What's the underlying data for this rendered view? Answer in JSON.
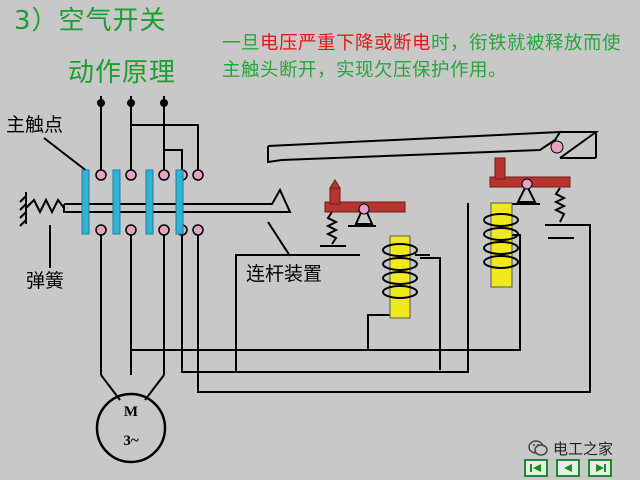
{
  "title": {
    "line1": "3）空气开关",
    "line2": "动作原理"
  },
  "description": {
    "segments": [
      {
        "text": "一旦",
        "color": "#22a83a"
      },
      {
        "text": "电压严重下降或断电",
        "color": "#e01818"
      },
      {
        "text": "时，衔铁就被释放而使主触头断开，实现欠压保护作用。",
        "color": "#22a83a"
      }
    ]
  },
  "labels": {
    "main_contact": "主触点",
    "spring": "弹簧",
    "linkage": "连杆装置",
    "motor_top": "M",
    "motor_bottom": "3~"
  },
  "logo": {
    "text": "电工之家"
  },
  "nav": {
    "first": "first",
    "previous": "previous",
    "next": "next"
  },
  "colors": {
    "title_green": "#1a9e2e",
    "highlight_red": "#e01818",
    "contact_pink": "#e8a0c8",
    "bar_cyan": "#2fb3d6",
    "lever_red": "#b8352e",
    "coil_yellow": "#f0ea1a",
    "nav_green": "#1f8a2a"
  }
}
